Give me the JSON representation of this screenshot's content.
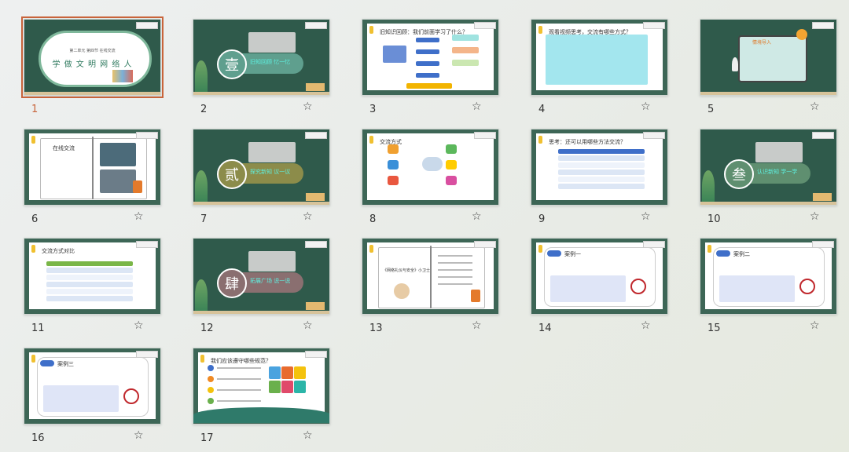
{
  "slides": [
    {
      "number": "1",
      "kind": "cover",
      "selected": true,
      "title": "第二单元 第四节 在线交流",
      "glyphs": "学 做 文 明 网 络 人"
    },
    {
      "number": "2",
      "kind": "section",
      "seal": "壹",
      "text": "旧知回顾 忆一忆",
      "pill": "#5f9f8e"
    },
    {
      "number": "3",
      "kind": "flow",
      "title": "旧知识回顾：我们前面学习了什么？"
    },
    {
      "number": "4",
      "kind": "video",
      "title": "观看视频思考，交流有哪些方式？"
    },
    {
      "number": "5",
      "kind": "board",
      "title": "情境导入"
    },
    {
      "number": "6",
      "kind": "book",
      "title": "在线交流"
    },
    {
      "number": "7",
      "kind": "section",
      "seal": "贰",
      "text": "探究新知 议一议",
      "pill": "#8c8c4a"
    },
    {
      "number": "8",
      "kind": "icons",
      "title": "交流方式"
    },
    {
      "number": "9",
      "kind": "table",
      "title": "思考：还可以用哪些方法交流？"
    },
    {
      "number": "10",
      "kind": "section",
      "seal": "叁",
      "text": "认识新知 学一学",
      "pill": "#5f8f70"
    },
    {
      "number": "11",
      "kind": "gtable",
      "title": "交流方式对比"
    },
    {
      "number": "12",
      "kind": "section",
      "seal": "肆",
      "text": "拓展广场 说一说",
      "pill": "#8a6f70"
    },
    {
      "number": "13",
      "kind": "book2",
      "title": "《网络礼仪与安全》小卫士"
    },
    {
      "number": "14",
      "kind": "rules",
      "title": "案例一"
    },
    {
      "number": "15",
      "kind": "rules",
      "title": "案例二"
    },
    {
      "number": "16",
      "kind": "rules",
      "title": "案例三"
    },
    {
      "number": "17",
      "kind": "cubes",
      "title": "我们应该遵守哪些规范？"
    }
  ],
  "star_icon": "☆",
  "colors": {
    "board": "#2f5a4b",
    "selected": "#c8643b"
  }
}
